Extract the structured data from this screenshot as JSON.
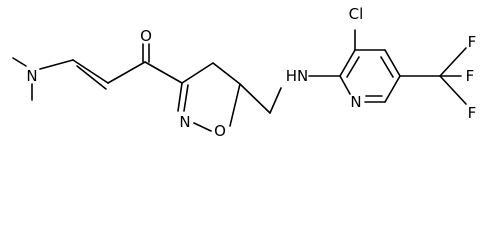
{
  "molecule": {
    "atom_labels": {
      "dimethylamino_n": "N",
      "carbonyl_o": "O",
      "isoxazoline_n": "N",
      "isoxazoline_o": "O",
      "amine_nh": "HN",
      "chloro": "Cl",
      "pyridine_n": "N",
      "fluorine_top": "F",
      "fluorine_right": "F",
      "fluorine_bottom": "F"
    }
  }
}
